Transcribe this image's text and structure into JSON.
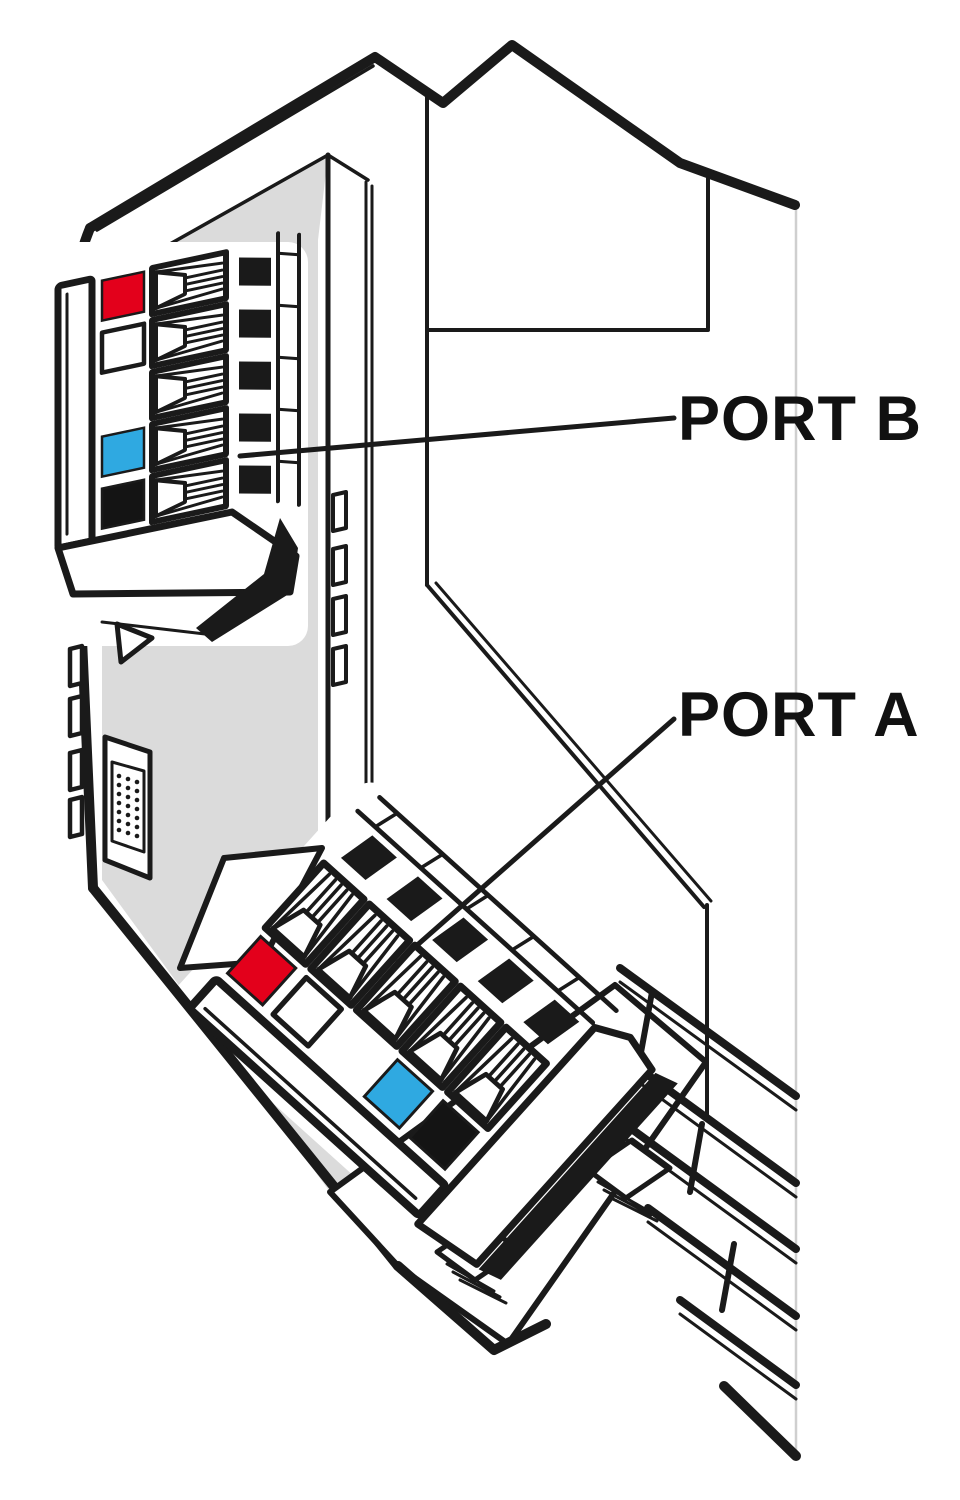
{
  "figure": {
    "type": "technical-line-illustration",
    "subject": "Electronic I/O terminal module with two plug-in connection ports",
    "background": "#ffffff"
  },
  "labels": {
    "port_b": "PORT B",
    "port_a": "PORT A"
  },
  "colors": {
    "ink": "#1a1a1a",
    "face_gray": "#dbdbdb",
    "marker_red": "#e3001b",
    "marker_white": "#ffffff",
    "marker_blue": "#2fa9e1",
    "marker_black": "#141414",
    "faint_edge": "#cfcfcf"
  },
  "ports": [
    {
      "id": "port-b",
      "label": "PORT B",
      "position": "upper-left",
      "terminals": 5,
      "marker_colors": [
        "red",
        "white",
        "blue",
        "black"
      ]
    },
    {
      "id": "port-a",
      "label": "PORT A",
      "position": "lower-center",
      "terminals": 5,
      "marker_colors": [
        "red",
        "white",
        "blue",
        "black"
      ]
    }
  ]
}
